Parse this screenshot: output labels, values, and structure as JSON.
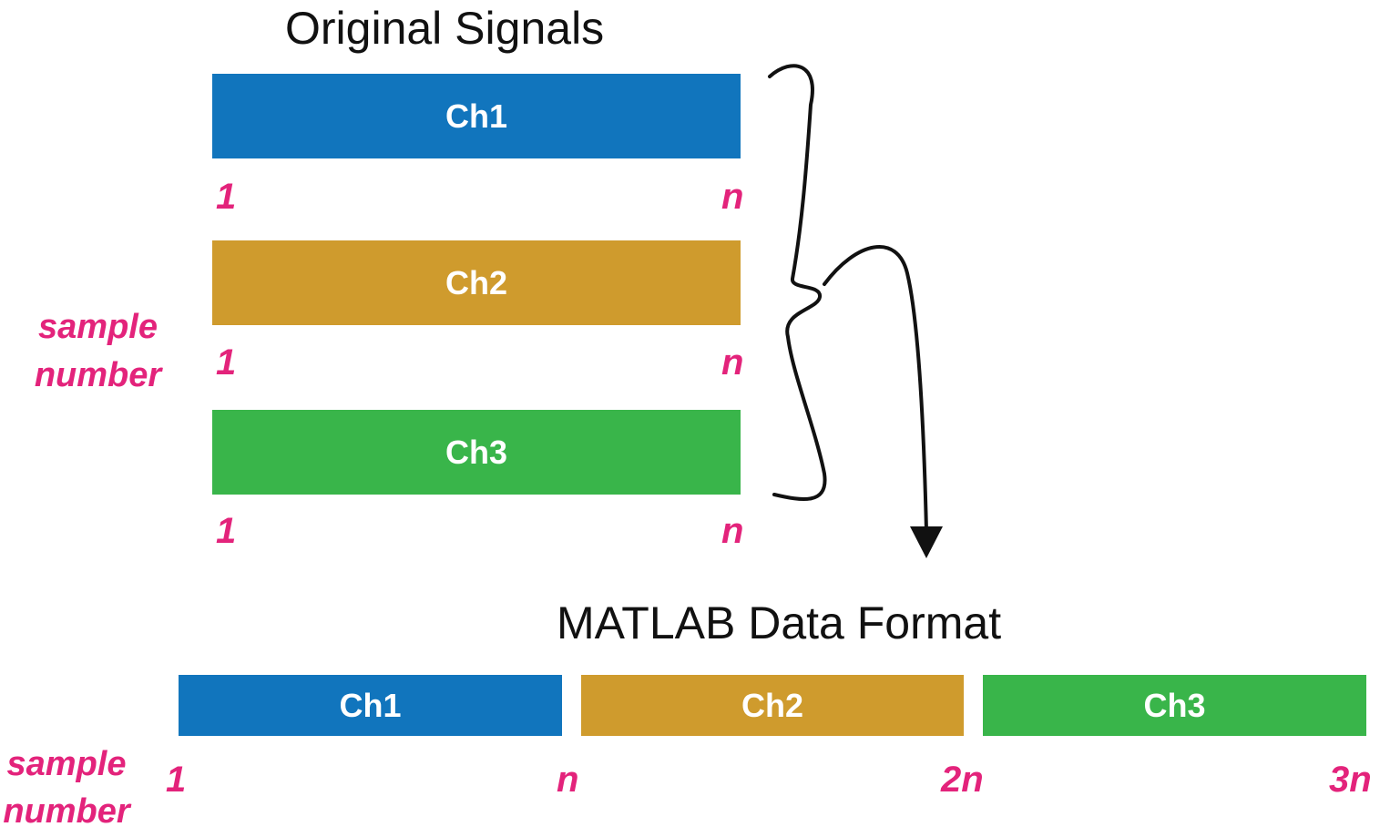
{
  "colors": {
    "ch1": "#1175bd",
    "ch2": "#cf9b2d",
    "ch3": "#39b54a",
    "accent": "#e3237b",
    "text": "#111111"
  },
  "top": {
    "title": "Original Signals",
    "axis_label_line1": "sample",
    "axis_label_line2": "number",
    "channels": [
      {
        "label": "Ch1",
        "start": "1",
        "end": "n"
      },
      {
        "label": "Ch2",
        "start": "1",
        "end": "n"
      },
      {
        "label": "Ch3",
        "start": "1",
        "end": "n"
      }
    ]
  },
  "bottom": {
    "title": "MATLAB Data Format",
    "axis_label_line1": "sample",
    "axis_label_line2": "number",
    "channels": [
      {
        "label": "Ch1"
      },
      {
        "label": "Ch2"
      },
      {
        "label": "Ch3"
      }
    ],
    "ticks": [
      "1",
      "n",
      "2n",
      "3n"
    ]
  },
  "icons": {
    "brace": "curly-brace-icon",
    "arrow": "down-arrow-icon"
  }
}
